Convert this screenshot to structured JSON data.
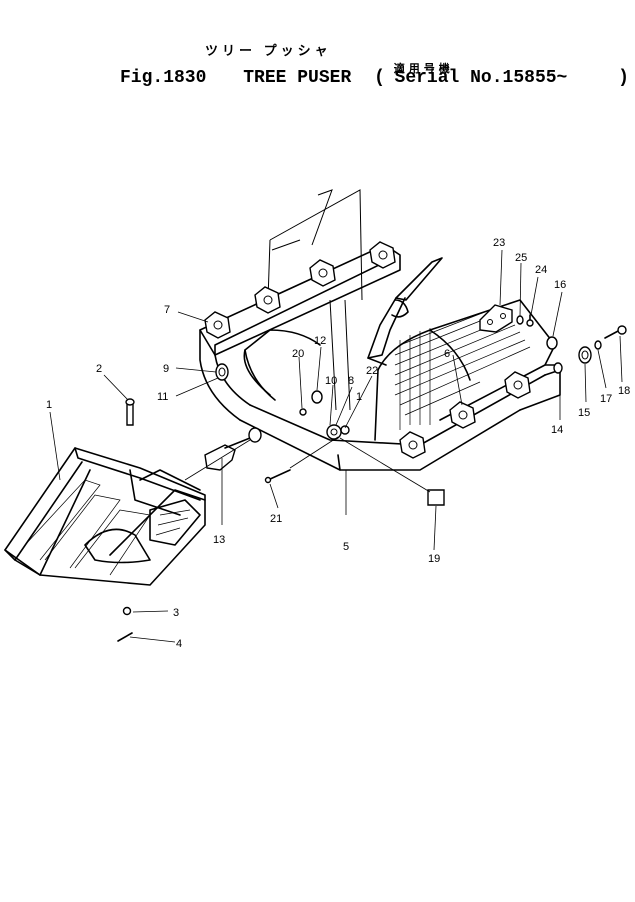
{
  "title": {
    "japanese": "ツリー プッシャ",
    "fig_number": "Fig.1830",
    "name": "TREE PUSER",
    "serial_open": "(",
    "serial_jp": "適用号機",
    "serial_text": "Serial No.15855~",
    "serial_close": ")"
  },
  "part_labels": [
    {
      "id": "1",
      "text": "1"
    },
    {
      "id": "2",
      "text": "2"
    },
    {
      "id": "3",
      "text": "3"
    },
    {
      "id": "4",
      "text": "4"
    },
    {
      "id": "5",
      "text": "5"
    },
    {
      "id": "6",
      "text": "6"
    },
    {
      "id": "7",
      "text": "7"
    },
    {
      "id": "8",
      "text": "8"
    },
    {
      "id": "9",
      "text": "9"
    },
    {
      "id": "10",
      "text": "10"
    },
    {
      "id": "11",
      "text": "11"
    },
    {
      "id": "12",
      "text": "12"
    },
    {
      "id": "13",
      "text": "13"
    },
    {
      "id": "14",
      "text": "14"
    },
    {
      "id": "15",
      "text": "15"
    },
    {
      "id": "16",
      "text": "16"
    },
    {
      "id": "17",
      "text": "17"
    },
    {
      "id": "18",
      "text": "18"
    },
    {
      "id": "19",
      "text": "19"
    },
    {
      "id": "20",
      "text": "20"
    },
    {
      "id": "21",
      "text": "21"
    },
    {
      "id": "22",
      "text": "22"
    },
    {
      "id": "23",
      "text": "23"
    },
    {
      "id": "24",
      "text": "24"
    },
    {
      "id": "25",
      "text": "25"
    },
    {
      "id": "1b",
      "text": "1"
    }
  ]
}
